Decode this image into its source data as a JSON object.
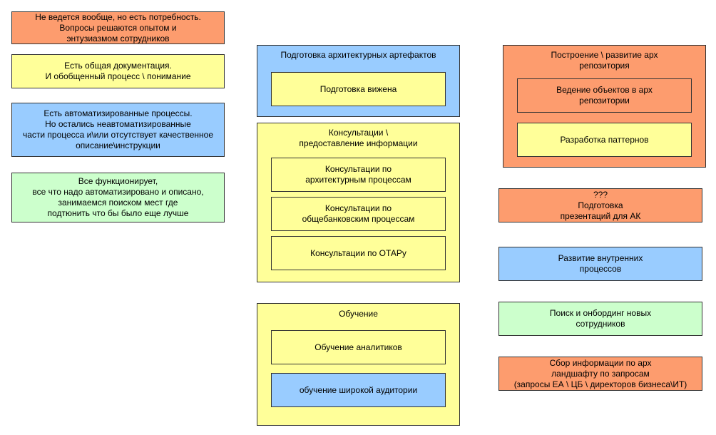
{
  "legend": [
    {
      "text": "Не ведется вообще, но есть потребность.\nВопросы решаются опытом и\nэнтузиазмом сотрудников",
      "color": "#fd9c6e"
    },
    {
      "text": "Есть общая документация.\nИ обобщенный процесс \\ понимание",
      "color": "#ffff99"
    },
    {
      "text": "Есть автоматизированные процессы.\nНо остались неавтоматизированные\nчасти процесса и\\или отсутствует качественное\nописание\\инструкции",
      "color": "#99ccff"
    },
    {
      "text": "Все функционирует,\nвсе что надо автоматизировано и описано,\nзанимаемся поиском мест где\nподтюнить что бы было еще лучше",
      "color": "#ccffcc"
    }
  ],
  "middle": {
    "arch_artifacts": {
      "title": "Подготовка архитектурных артефактов",
      "items": [
        "Подготовка вижена"
      ]
    },
    "consulting": {
      "title": "Консультации \\\nпредоставление информации",
      "items": [
        "Консультации по\nархитектурным процессам",
        "Консультации по\nобщебанковским процессам",
        "Консультации по ОТАРу"
      ]
    },
    "training": {
      "title": "Обучение",
      "items": [
        "Обучение аналитиков",
        "обучение широкой аудитории"
      ]
    }
  },
  "right": {
    "repository": {
      "title": "Построение \\ развитие арх\nрепозитория",
      "items": [
        "Ведение объектов в арх\nрепозитории",
        "Разработка паттернов"
      ]
    },
    "presentations": "???\nПодготовка\nпрезентаций для АК",
    "internal": "Развитие внутренних\nпроцессов",
    "onboarding": "Поиск и онбординг новых\nсотрудников",
    "landscape": "Сбор информации по арх\nландшафту по запросам\n(запросы ЕА \\ ЦБ \\ директоров бизнеса\\ИТ)"
  }
}
